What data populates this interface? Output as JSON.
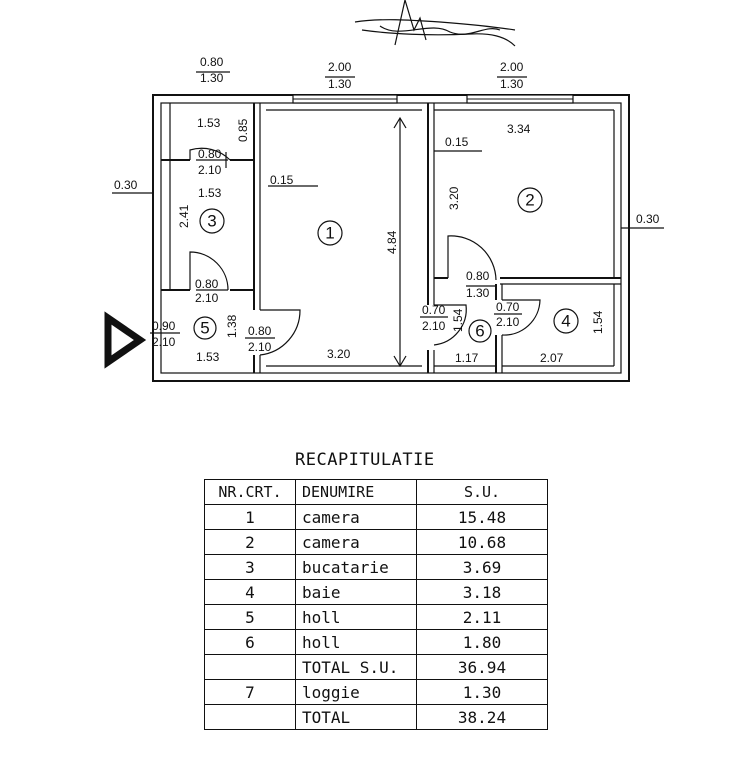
{
  "plan": {
    "dims": {
      "top_left_top": "0.80",
      "top_left_bottom": "1.30",
      "top_mid_top": "2.00",
      "top_mid_bottom": "1.30",
      "top_right_top": "2.00",
      "top_right_bottom": "1.30",
      "d_153_top": "1.53",
      "d_085": "0.85",
      "d_080_door3_top": "0.80",
      "d_210_door3_bottom": "2.10",
      "d_153_mid": "1.53",
      "d_241": "2.41",
      "d_030_left": "0.30",
      "d_015_room1": "0.15",
      "d_484": "4.84",
      "d_015_room2": "0.15",
      "d_334": "3.34",
      "d_320_room2": "3.20",
      "d_030_right": "0.30",
      "d_080_door2_top": "0.80",
      "d_130_door2_bottom": "1.30",
      "d_080_door5_top": "0.80",
      "d_210_door5_bottom": "2.10",
      "d_090_entry_top": "0.90",
      "d_210_entry_bottom": "2.10",
      "d_138": "1.38",
      "d_080_door1_top": "0.80",
      "d_210_door1_bottom": "2.10",
      "d_153_bottom": "1.53",
      "d_320_bottom": "3.20",
      "d_070_door6_top": "0.70",
      "d_210_door6_bottom": "2.10",
      "d_154_left": "1.54",
      "d_070_door4_top": "0.70",
      "d_210_door4_bottom": "2.10",
      "d_154_right": "1.54",
      "d_117": "1.17",
      "d_207": "2.07"
    },
    "rooms": [
      "1",
      "2",
      "3",
      "4",
      "5",
      "6"
    ]
  },
  "recap": {
    "title": "RECAPITULATIE",
    "headers": [
      "NR.CRT.",
      "DENUMIRE",
      "S.U."
    ],
    "rows": [
      {
        "nr": "1",
        "name": "camera",
        "su": "15.48"
      },
      {
        "nr": "2",
        "name": "camera",
        "su": "10.68"
      },
      {
        "nr": "3",
        "name": "bucatarie",
        "su": "3.69"
      },
      {
        "nr": "4",
        "name": "baie",
        "su": "3.18"
      },
      {
        "nr": "5",
        "name": "holl",
        "su": "2.11"
      },
      {
        "nr": "6",
        "name": "holl",
        "su": "1.80"
      },
      {
        "nr": "",
        "name": "TOTAL S.U.",
        "su": "36.94"
      },
      {
        "nr": "7",
        "name": "loggie",
        "su": "1.30"
      },
      {
        "nr": "",
        "name": "TOTAL",
        "su": "38.24"
      }
    ]
  }
}
